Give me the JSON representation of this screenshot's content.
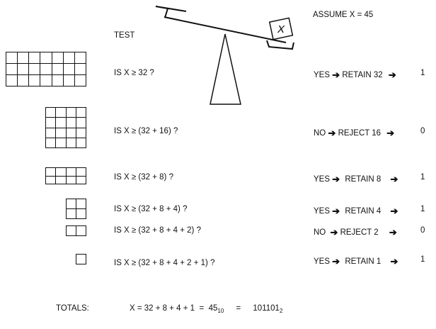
{
  "header": {
    "test_label": "TEST",
    "assume_label": "ASSUME X = 45",
    "weight_label": "X"
  },
  "rows": [
    {
      "cols": 7,
      "rows": 3,
      "question": "IS X ≥ 32 ?",
      "answer": "YES",
      "action": "RETAIN 32",
      "bit": "1"
    },
    {
      "cols": 4,
      "rows": 4,
      "question": "IS X ≥ (32 + 16) ?",
      "answer": "NO",
      "action": "REJECT 16",
      "bit": "0"
    },
    {
      "cols": 4,
      "rows": 2,
      "question": "IS X ≥ (32 + 8) ?",
      "answer": "YES",
      "action": "RETAIN 8",
      "bit": "1"
    },
    {
      "cols": 2,
      "rows": 2,
      "question": "IS X ≥ (32 + 8 + 4) ?",
      "answer": "YES",
      "action": "RETAIN 4",
      "bit": "1"
    },
    {
      "cols": 2,
      "rows": 1,
      "question": "IS X ≥ (32 + 8 + 4 + 2) ?",
      "answer": "NO",
      "action": "REJECT 2",
      "bit": "0"
    },
    {
      "cols": 1,
      "rows": 1,
      "question": "IS X ≥ (32 + 8 + 4 + 2 + 1) ?",
      "answer": "YES",
      "action": "RETAIN 1",
      "bit": "1"
    }
  ],
  "totals": {
    "label": "TOTALS:",
    "equation": "X = 32 + 8 + 4 + 1  =  45",
    "decimal_base": "10",
    "equals": "=",
    "binary": "101101",
    "binary_base": "2"
  }
}
